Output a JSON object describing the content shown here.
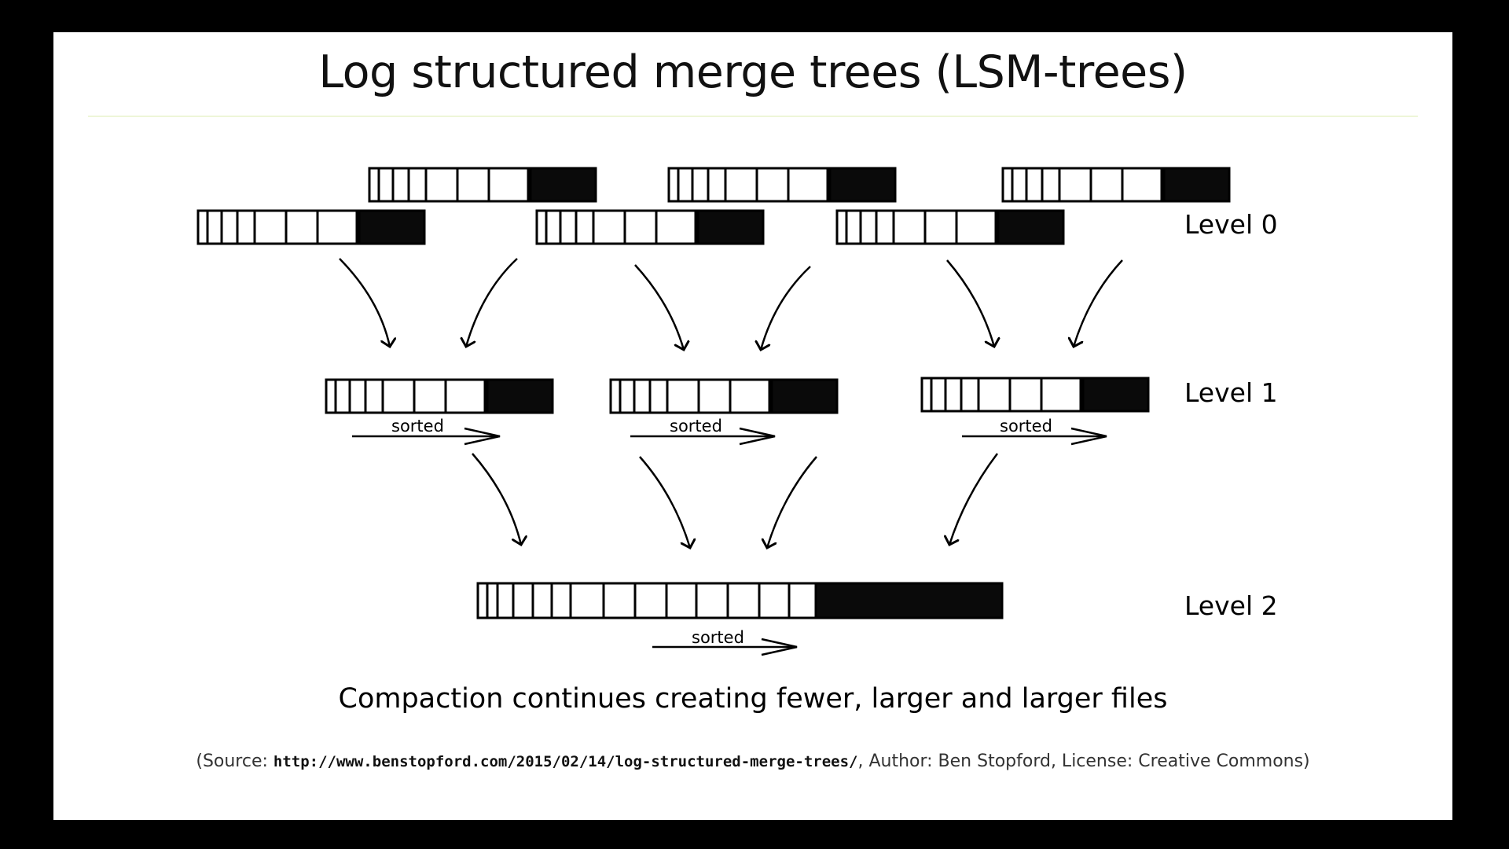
{
  "slide": {
    "title": "Log structured merge trees (LSM-trees)",
    "caption": "Compaction continues creating fewer, larger and larger files",
    "source": {
      "prefix": "(Source: ",
      "url": "http://www.benstopford.com/2015/02/14/log-structured-merge-trees/",
      "suffix": ", Author: Ben Stopford, License: Creative Commons)"
    }
  },
  "diagram": {
    "levels": [
      "Level 0",
      "Level 1",
      "Level 2"
    ],
    "sorted_label": "sorted",
    "colors": {
      "ink": "#000000",
      "fill_dark": "#0a0a0a",
      "background": "#ffffff"
    }
  }
}
